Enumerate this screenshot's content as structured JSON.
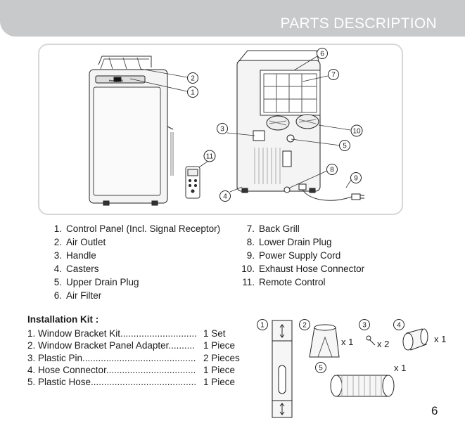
{
  "header": {
    "title": "PARTS DESCRIPTION"
  },
  "diagram": {
    "brand": "Honeywell",
    "callouts": [
      "1",
      "2",
      "3",
      "4",
      "5",
      "6",
      "7",
      "8",
      "9",
      "10",
      "11"
    ]
  },
  "parts": {
    "left": [
      {
        "num": "1.",
        "label": "Control Panel (Incl. Signal Receptor)"
      },
      {
        "num": "2.",
        "label": "Air Outlet"
      },
      {
        "num": "3.",
        "label": "Handle"
      },
      {
        "num": "4.",
        "label": "Casters"
      },
      {
        "num": "5.",
        "label": "Upper Drain Plug"
      },
      {
        "num": "6.",
        "label": "Air Filter"
      }
    ],
    "right": [
      {
        "num": "7.",
        "label": "Back Grill"
      },
      {
        "num": "8.",
        "label": "Lower Drain Plug"
      },
      {
        "num": "9.",
        "label": "Power Supply Cord"
      },
      {
        "num": "10.",
        "label": "Exhaust Hose Connector"
      },
      {
        "num": "11.",
        "label": "Remote Control"
      }
    ]
  },
  "kit": {
    "title": "Installation Kit :",
    "items": [
      {
        "label": "1. Window Bracket Kit.............................",
        "qty": "1 Set"
      },
      {
        "label": "2. Window Bracket Panel Adapter..........",
        "qty": "1 Piece"
      },
      {
        "label": "3. Plastic Pin...........................................",
        "qty": "2 Pieces"
      },
      {
        "label": "4. Hose Connector..................................",
        "qty": "1 Piece"
      },
      {
        "label": "5. Plastic Hose........................................",
        "qty": "1 Piece"
      }
    ],
    "callouts": [
      "1",
      "2",
      "3",
      "4",
      "5"
    ],
    "quantities": {
      "c2": "x 1",
      "c3": "x 2",
      "c4": "x 1",
      "c5": "x 1"
    }
  },
  "page": {
    "number": "6"
  }
}
